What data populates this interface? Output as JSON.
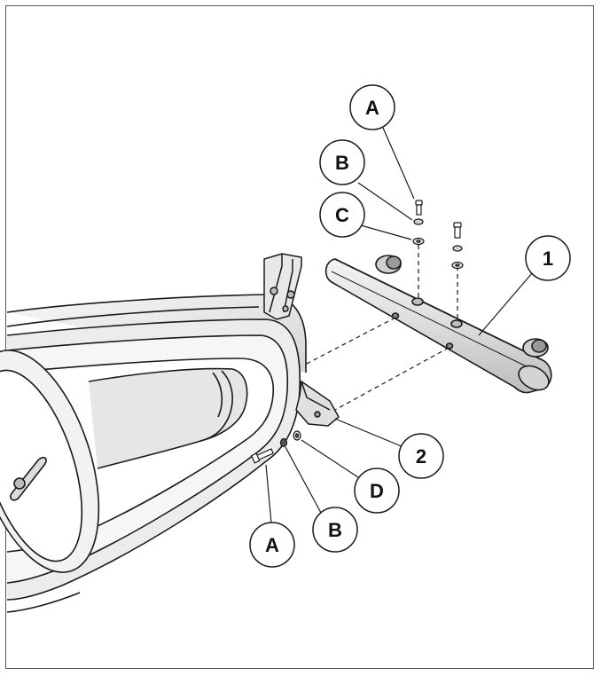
{
  "diagram": {
    "callouts": {
      "part_1": "1",
      "part_2": "2",
      "a_top": "A",
      "b_top": "B",
      "c_top": "C",
      "a_bottom": "A",
      "b_bottom": "B",
      "d_bottom": "D"
    },
    "colors": {
      "line": "#1a1a1a",
      "shade": "#d9d9d9",
      "light": "#eeeeee",
      "frame": "#555555"
    }
  }
}
